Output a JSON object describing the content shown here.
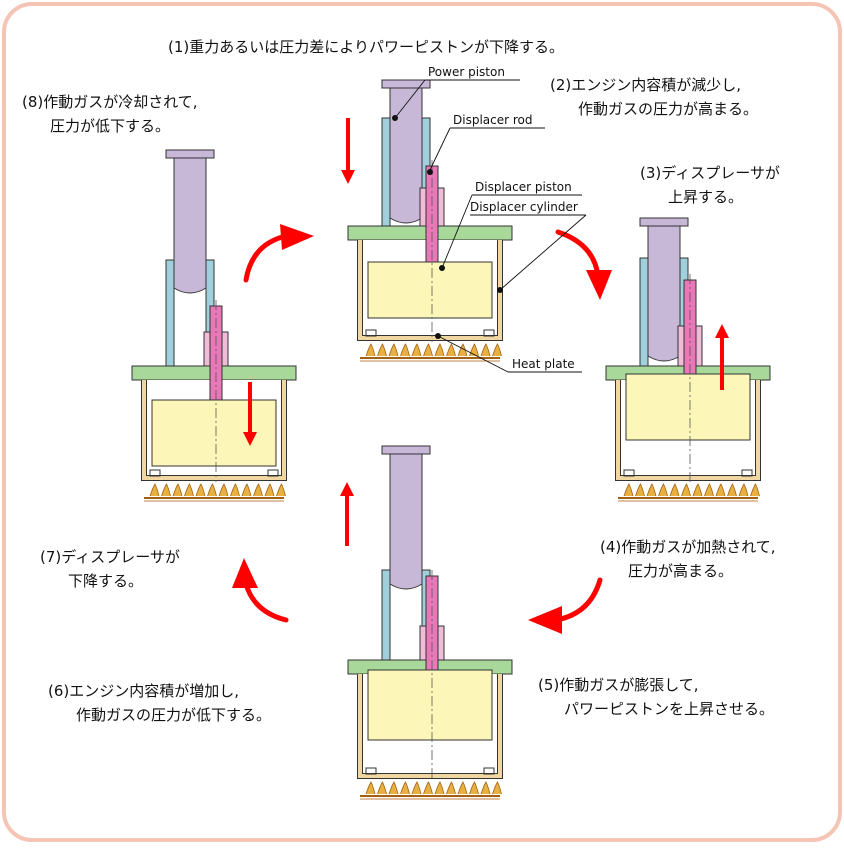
{
  "steps": {
    "s1": "(1)重力あるいは圧力差によりパワーピストンが下降する。",
    "s2": [
      "(2)エンジン内容積が減少し,",
      "作動ガスの圧力が高まる。"
    ],
    "s3": [
      "(3)ディスプレーサが",
      "上昇する。"
    ],
    "s4": [
      "(4)作動ガスが加熱されて,",
      "圧力が高まる。"
    ],
    "s5": [
      "(5)作動ガスが膨張して,",
      "パワーピストンを上昇させる。"
    ],
    "s6": [
      "(6)エンジン内容積が増加し,",
      "作動ガスの圧力が低下する。"
    ],
    "s7": [
      "(7)ディスプレーサが",
      "下降する。"
    ],
    "s8": [
      "(8)作動ガスが冷却されて,",
      "圧力が低下する。"
    ]
  },
  "labels": {
    "power_piston": "Power piston",
    "displacer_rod": "Displacer rod",
    "displacer_piston": "Displacer piston",
    "displacer_cylinder": "Displacer cylinder",
    "heat_plate": "Heat plate"
  },
  "colors": {
    "frame": "#f5c4b4",
    "power_piston": "#c8b8d8",
    "power_cylinder": "#9fd0dc",
    "displacer_rod": "#e878b8",
    "rod_guide": "#f0bcd8",
    "flange": "#a8d89a",
    "displacer": "#fcf7b8",
    "cylinder_wall": "#f0d6a0",
    "arrow": "#ff0000",
    "flame": "#e8b040"
  }
}
